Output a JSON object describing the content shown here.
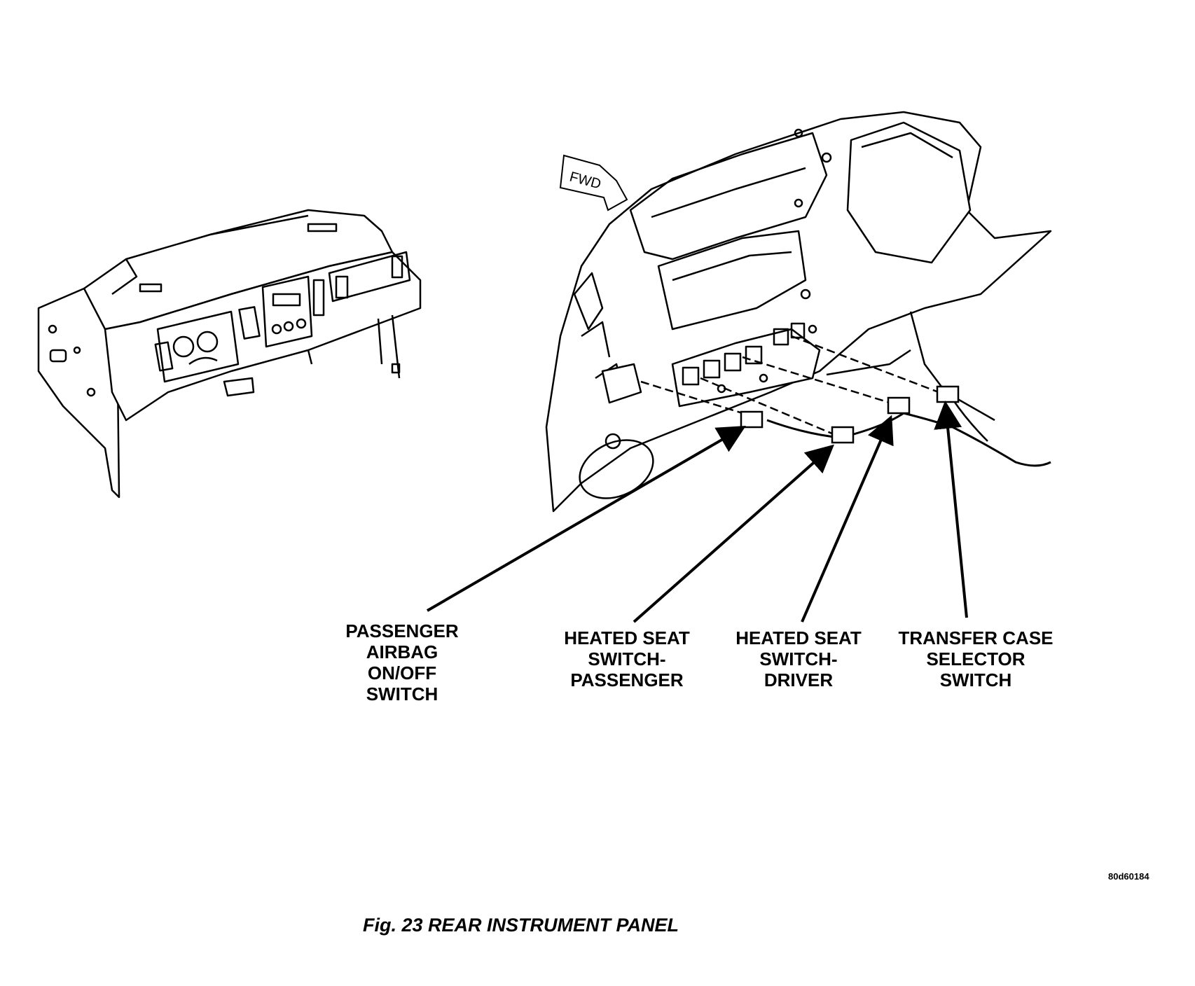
{
  "fwd_tag": "FWD",
  "callouts": [
    {
      "id": "passenger-airbag",
      "lines": [
        "PASSENGER",
        "AIRBAG",
        "ON/OFF",
        "SWITCH"
      ]
    },
    {
      "id": "heated-seat-passenger",
      "lines": [
        "HEATED SEAT",
        "SWITCH-",
        "PASSENGER"
      ]
    },
    {
      "id": "heated-seat-driver",
      "lines": [
        "HEATED SEAT",
        "SWITCH-",
        "DRIVER"
      ]
    },
    {
      "id": "transfer-case",
      "lines": [
        "TRANSFER CASE",
        "SELECTOR",
        "SWITCH"
      ]
    }
  ],
  "figure_number": "80d60184",
  "caption": "Fig. 23 REAR INSTRUMENT PANEL"
}
